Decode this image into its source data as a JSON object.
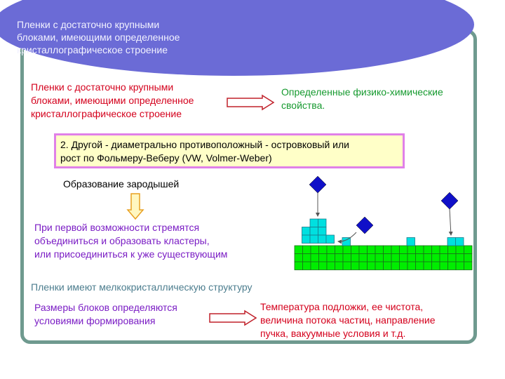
{
  "title": {
    "lines": [
      "Пленки с достаточно крупными",
      "блоками, имеющими определенное",
      "кристаллографическое строение"
    ]
  },
  "block1": {
    "left_lines": [
      "Пленки с достаточно крупными",
      "блоками, имеющими определенное",
      "кристаллографическое строение"
    ],
    "right_lines": [
      "Определенные физико-химические",
      "свойства."
    ]
  },
  "highlight": {
    "lines": [
      "2.  Другой - диаметрально противоположный - островковый или",
      "рост по Фольмеру-Веберу (VW, Volmer-Weber)"
    ]
  },
  "nucleation": {
    "label": "Образование зародышей",
    "desc_lines": [
      "При первой возможности стремятся",
      "объединиться и образовать кластеры,",
      "или присоединиться к уже существующим"
    ]
  },
  "structure_note": "Пленки имеют мелкокристаллическую структуру",
  "block2": {
    "left_lines": [
      "Размеры блоков определяются",
      "условиями формирования"
    ],
    "right_lines": [
      "Температура подложки, ее чистота,",
      "величина потока частиц, направление",
      "пучка, вакуумные условия и т.д."
    ]
  },
  "colors": {
    "ellipse": "#6b6bd6",
    "frame": "#6f9a8f",
    "substrate": "#00ee00",
    "cluster": "#00e0e0",
    "adatom": "#1010c8"
  }
}
